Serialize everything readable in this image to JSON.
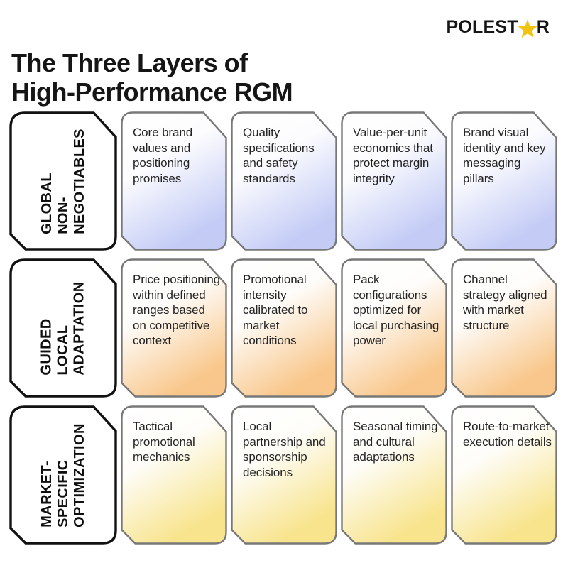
{
  "header": {
    "title_line1": "The Three Layers of",
    "title_line2": "High-Performance RGM",
    "logo": {
      "prefix": "POLEST",
      "suffix": "R",
      "star_icon": "star-icon",
      "star_color": "#F2C411"
    }
  },
  "colors": {
    "background": "#ffffff",
    "title_text": "#151515",
    "card_text": "#242424",
    "card_border": "#787878",
    "label_border": "#111111"
  },
  "rows": [
    {
      "label_lines": [
        "GLOBAL",
        "NON-",
        "NEGOTIABLES"
      ],
      "accent_color": "#c4ccf6",
      "cards": [
        {
          "text": "Core brand values and positioning promises"
        },
        {
          "text": "Quality specifications and safety standards"
        },
        {
          "text": "Value-per-unit economics that protect margin integrity"
        },
        {
          "text": "Brand visual identity and key messaging pillars"
        }
      ]
    },
    {
      "label_lines": [
        "GUIDED",
        "LOCAL",
        "ADAPTATION"
      ],
      "accent_color": "#f9c78b",
      "cards": [
        {
          "text": "Price positioning within defined ranges based on competitive context"
        },
        {
          "text": "Promotional intensity calibrated to market conditions"
        },
        {
          "text": "Pack configurations optimized for local purchasing power"
        },
        {
          "text": "Channel strategy aligned with market structure"
        }
      ]
    },
    {
      "label_lines": [
        "MARKET-",
        "SPECIFIC",
        "OPTIMIZATION"
      ],
      "accent_color": "#f8e48c",
      "cards": [
        {
          "text": "Tactical promotional mechanics"
        },
        {
          "text": "Local partnership and sponsorship decisions"
        },
        {
          "text": "Seasonal timing and cultural adaptations"
        },
        {
          "text": "Route-to-market execution details"
        }
      ]
    }
  ]
}
